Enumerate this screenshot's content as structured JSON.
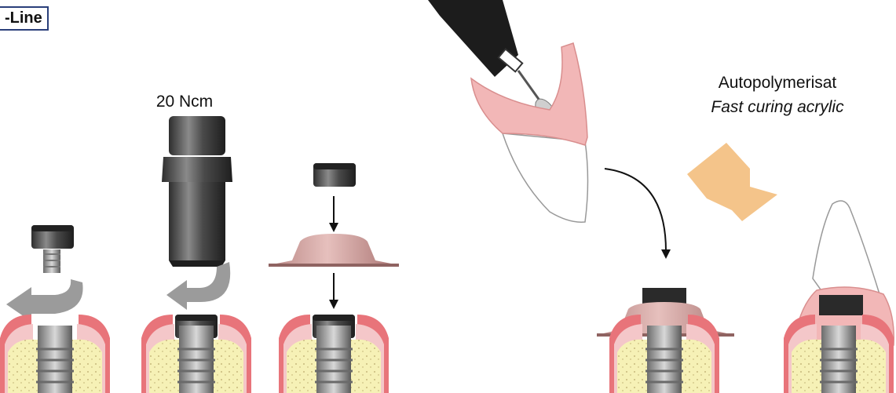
{
  "header": {
    "label": "-Line"
  },
  "torque": {
    "value": "20 Ncm"
  },
  "material": {
    "german": "Autopolymerisat",
    "english": "Fast curing acrylic"
  },
  "colors": {
    "gingiva": "#e8747a",
    "gingiva_light": "#f4c7c9",
    "bone": "#f5f0b5",
    "metal_dark": "#3a3a3a",
    "metal_mid": "#6e6e6e",
    "abutment_pink": "#d9a7a5",
    "acrylic": "#f4c48a",
    "arrow_gray": "#9b9b9b"
  }
}
